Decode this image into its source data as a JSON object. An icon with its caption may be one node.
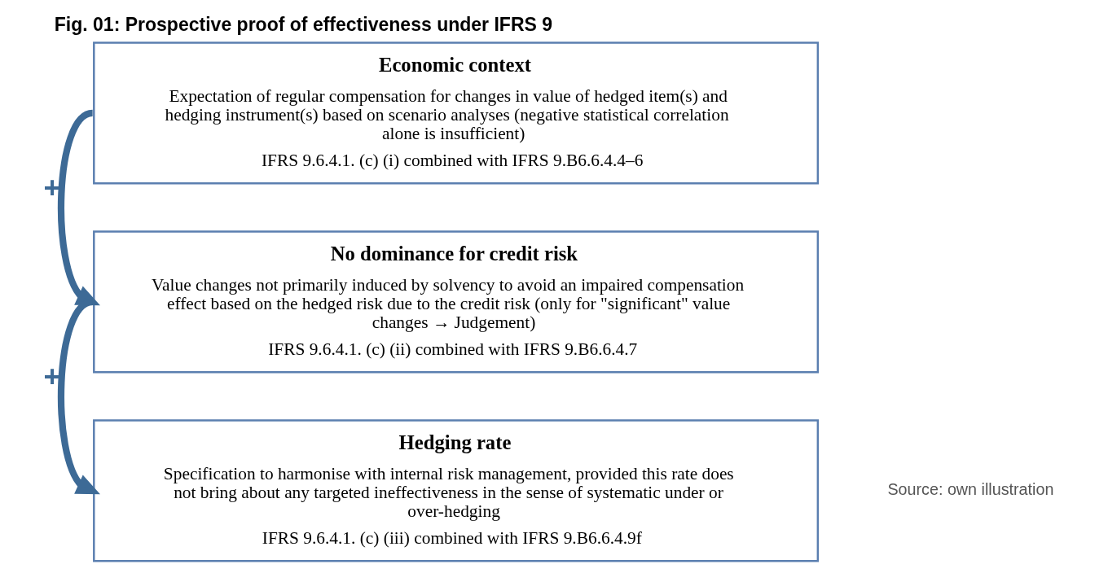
{
  "diagram": {
    "title": "Fig. 01: Prospective proof of effectiveness under IFRS 9",
    "nodes": [
      {
        "text": [
          "Economic context",
          "Expectation of regular compensation for changes in value of hedged item(s) and hedging instrument(s) based on scenario analyses (negative statistical correlation alone is insufficient)",
          "IFRS 9.6.4.1. (c) (i) combined with IFRS 9.B6.6.4.4–6"
        ]
      },
      {
        "text": [
          "No dominance for credit risk",
          "Value changes not primarily induced by solvency to avoid an impaired compensation effect based on the hedged risk due to the credit risk (only for \"significant\" value changes → Judgement)",
          "IFRS 9.6.4.1. (c) (ii) combined with IFRS 9.B6.6.4.7"
        ]
      },
      {
        "text": [
          "Hedging rate",
          "Specification to harmonise with internal risk management, provided this rate does not bring about any targeted ineffectiveness in the sense of systematic under or over-hedging",
          "IFRS 9.6.4.1. (c) (iii) combined with IFRS 9.B6.6.4.9f"
        ]
      }
    ],
    "edges": [
      {
        "from": 0,
        "to": 1,
        "arrow": "to",
        "label": "+"
      },
      {
        "from": 1,
        "to": 2,
        "arrow": "to",
        "label": "+"
      }
    ],
    "labels": [
      "Source: own illustration"
    ]
  }
}
